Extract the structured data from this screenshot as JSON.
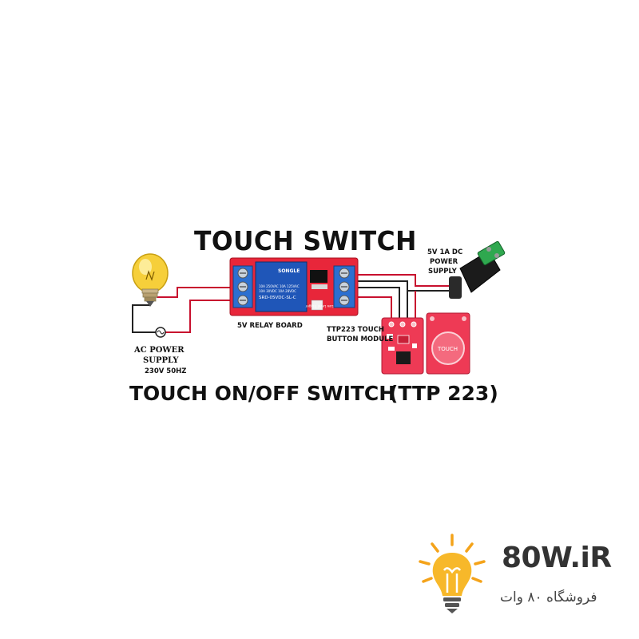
{
  "title": "TOUCH SWITCH",
  "labels": {
    "relay_board": "5V RELAY BOARD",
    "touch_module_line1": "TTP223 TOUCH",
    "touch_module_line2": "BUTTON MODULE",
    "dc_supply_line1": "5V 1A DC",
    "dc_supply_line2": "POWER",
    "dc_supply_line3": "SUPPLY",
    "ac_supply_line1": "AC POWER",
    "ac_supply_line2": "SUPPLY",
    "ac_supply_line3": "230V 50HZ"
  },
  "captions": {
    "left": "TOUCH ON/OFF SWITCH",
    "right": "(TTP 223)"
  },
  "component_text": {
    "relay_brand": "SONGLE",
    "relay_model": "SRD-05VDC-SL-C",
    "relay_rating1": "10A 250VAC  10A 125VAC",
    "relay_rating2": "10A 30VDC  10A 28VDC",
    "relay_pcb": "High/Low Level Trigger",
    "touch_pad": "TOUCH"
  },
  "brand": {
    "name": "80W.iR",
    "subtitle": "فروشگاه ۸۰ وات"
  },
  "colors": {
    "pcb_red": "#e8263a",
    "relay_blue": "#1f56b8",
    "terminal_blue": "#2c6fd0",
    "wire_red": "#c8102e",
    "wire_dark": "#222222",
    "bulb_yellow": "#f2c01e",
    "brand_orange": "#f4a31a"
  }
}
